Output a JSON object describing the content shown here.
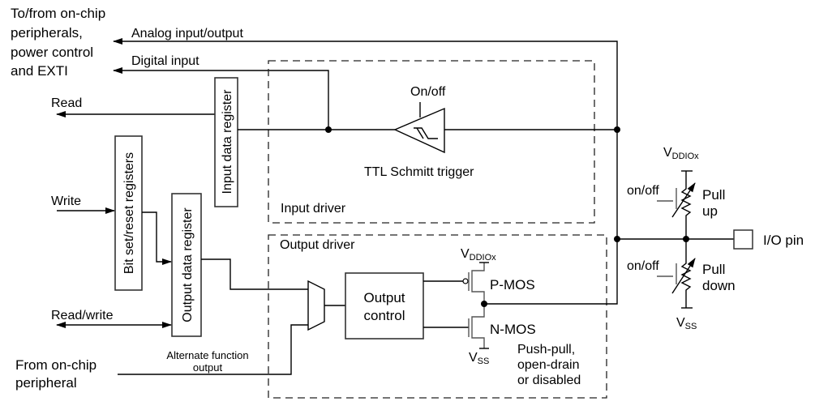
{
  "diagram": {
    "type": "GPIO port bit basic structure",
    "external_label": [
      "To/from on-chip",
      "peripherals,",
      "power control",
      "and EXTI"
    ],
    "signals": {
      "analog": "Analog input/output",
      "digital_input": "Digital input",
      "read": "Read",
      "write": "Write",
      "read_write": "Read/write",
      "from_peripheral": [
        "From on-chip",
        "peripheral"
      ],
      "alternate_function": [
        "Alternate function",
        "output"
      ]
    },
    "registers": {
      "input_data": "Input data register",
      "bit_set_reset": "Bit set/reset registers",
      "output_data": "Output data register"
    },
    "input_driver": {
      "label": "Input driver",
      "schmitt_label": "TTL Schmitt trigger",
      "enable_label": "On/off"
    },
    "output_driver": {
      "label": "Output driver",
      "control_label": [
        "Output",
        "control"
      ],
      "pmos": "P-MOS",
      "nmos": "N-MOS",
      "modes": [
        "Push-pull,",
        "open-drain",
        "or disabled"
      ]
    },
    "supply": {
      "vdd_main": "V",
      "vdd_sub": "DDIOx",
      "vss_main": "V",
      "vss_sub": "SS"
    },
    "pull": {
      "up_switch": "on/off",
      "up_label": [
        "Pull",
        "up"
      ],
      "down_switch": "on/off",
      "down_label": [
        "Pull",
        "down"
      ]
    },
    "pin_label": "I/O pin"
  }
}
